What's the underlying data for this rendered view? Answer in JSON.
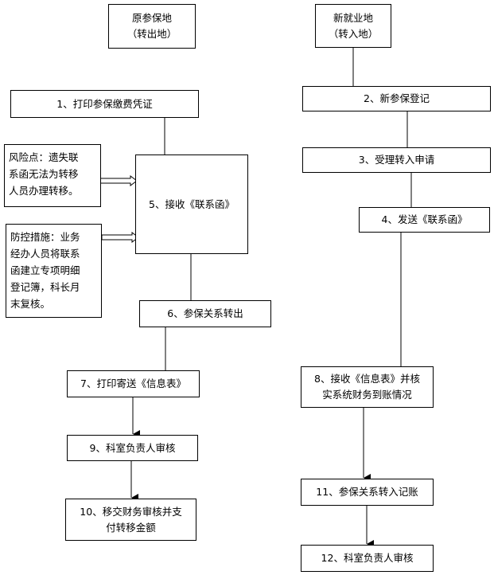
{
  "left_column": {
    "origin": {
      "line1": "原参保地",
      "line2": "（转出地）"
    },
    "step1": "1、打印参保缴费凭证",
    "step5": "5、接收《联系函》",
    "step6": "6、参保关系转出",
    "step7": "7、打印寄送《信息表》",
    "step9": "9、科室负责人审核",
    "step10": {
      "line1": "10、移交财务审核并支",
      "line2": "付转移金额"
    }
  },
  "right_column": {
    "destination": {
      "line1": "新就业地",
      "line2": "（转入地）"
    },
    "step2": "2、新参保登记",
    "step3": "3、受理转入申请",
    "step4": "4、发送《联系函》",
    "step8": {
      "line1": "8、接收《信息表》并核",
      "line2": "实系统财务到账情况"
    },
    "step11": "11、参保关系转入记账",
    "step12": "12、科室负责人审核"
  },
  "risk_note": {
    "line1": "风险点：遗失联",
    "line2": "系函无法为转移",
    "line3": "人员办理转移。"
  },
  "control_note": {
    "line1": "防控措施：业务",
    "line2": "经办人员将联系",
    "line3": "函建立专项明细",
    "line4": "登记簿，科长月",
    "line5": "末复核。"
  }
}
